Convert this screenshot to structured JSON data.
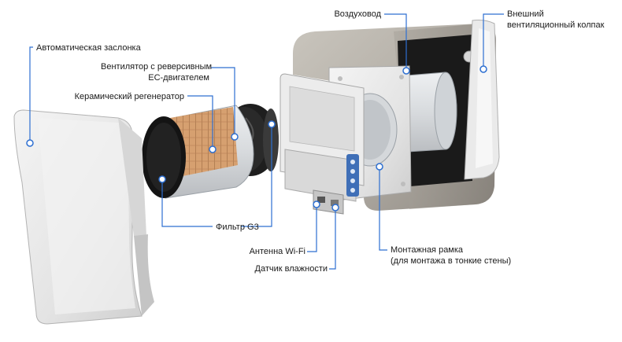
{
  "diagram": {
    "accent_color": "#2d6fd1",
    "labels": {
      "avtomaticheskaya_zaslonka": "Автоматическая заслонка",
      "ventilyator_line1": "Вентилятор с реверсивным",
      "ventilyator_line2": "ЕС-двигателем",
      "keramicheskiy_regenerator": "Керамический регенератор",
      "vozdukhovod": "Воздуховод",
      "vneshniy_line1": "Внешний",
      "vneshniy_line2": "вентиляционный колпак",
      "filtr": "Фильтр G3",
      "antenna": "Антенна Wi-Fi",
      "datchik": "Датчик влажности",
      "montazhnaya_line1": "Монтажная рамка",
      "montazhnaya_line2": "(для монтажа в тонкие стены)"
    }
  }
}
